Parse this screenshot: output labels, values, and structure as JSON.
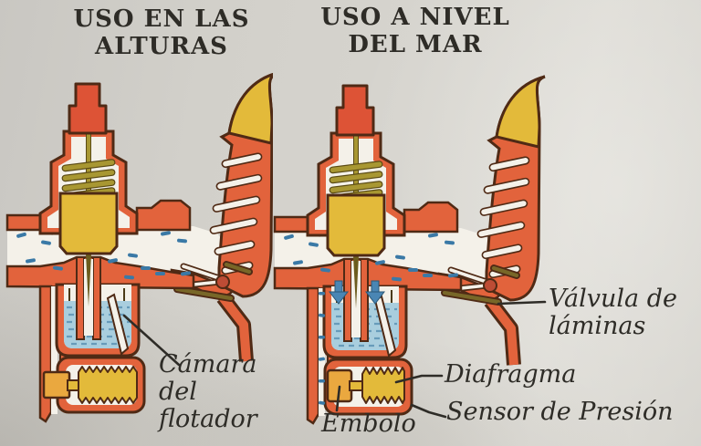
{
  "titles": {
    "left": {
      "lines": [
        "USO EN LAS",
        "ALTURAS"
      ]
    },
    "right": {
      "lines": [
        "USO A NIVEL",
        "DEL MAR"
      ]
    }
  },
  "labels": {
    "camara": {
      "lines": [
        "Cámara",
        "del",
        "flotador"
      ]
    },
    "valvula": {
      "lines": [
        "Válvula de",
        "láminas"
      ]
    },
    "diafragma": {
      "text": "Diafragma"
    },
    "sensor": {
      "text": "Sensor de Presión"
    },
    "embolo": {
      "text": "Embolo"
    }
  },
  "colors": {
    "c-orange": "#e2633c",
    "c-red": "#dd5336",
    "c-yellow": "#e3ba3a",
    "c-piston": "#eaa83f",
    "c-white": "#f4f1e9",
    "c-fuel": "#a9cede",
    "c-fuel-dash": "#5c93b4",
    "c-flow": "#3a79a6",
    "c-arrow": "#4a86b4",
    "c-olive": "#a89732",
    "c-reed": "#786728",
    "c-dot": "#bd4c35",
    "c-dark": "#4f2a15",
    "c-text": "#2e2c27",
    "c-paper": "#d4d2cc"
  }
}
